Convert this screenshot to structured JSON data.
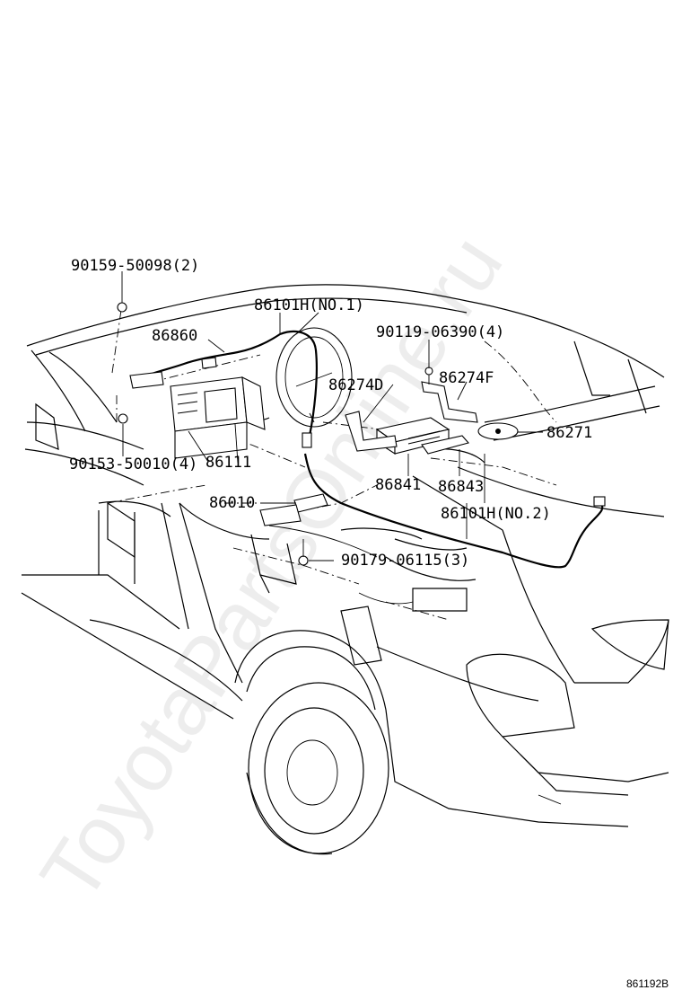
{
  "diagram": {
    "watermark": "ToyotaPartsOnline.ru",
    "figure_id": "861192B",
    "labels": {
      "clip_top": "90159-50098(2)",
      "antenna_no1": "86101H(NO.1)",
      "wire_86860": "86860",
      "screw_right": "90119-06390(4)",
      "bracket_f": "86274F",
      "bracket_d": "86274D",
      "antenna_86271": "86271",
      "screw_left": "90153-50010(4)",
      "receiver_86111": "86111",
      "unit_86010": "86010",
      "part_86841": "86841",
      "part_86843": "86843",
      "antenna_no2": "86101H(NO.2)",
      "screw_bottom": "90179-06115(3)"
    }
  }
}
